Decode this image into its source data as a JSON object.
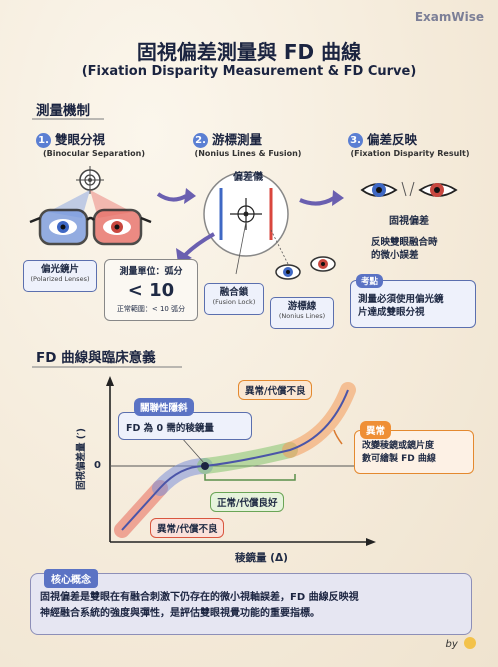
{
  "brand": "ExamWise",
  "title": "固視偏差測量與 FD 曲線",
  "subtitle": "(Fixation Disparity Measurement & FD Curve)",
  "mechanism": {
    "heading": "測量機制",
    "steps": [
      {
        "num": "1.",
        "title": "雙眼分視",
        "sub": "(Binocular Separation)"
      },
      {
        "num": "2.",
        "title": "游標測量",
        "sub": "(Nonius Lines & Fusion)"
      },
      {
        "num": "3.",
        "title": "偏差反映",
        "sub": "(Fixation Disparity Result)"
      }
    ],
    "polarized": {
      "label": "偏光鏡片",
      "en": "(Polarized Lenses)"
    },
    "device_label": "偏差儀",
    "unit_card": {
      "label": "測量單位：弧分",
      "value": "< 10",
      "range": "正常範圍：< 10 弧分"
    },
    "fusion_lock": {
      "label": "融合鎖",
      "en": "(Fusion Lock)"
    },
    "nonius": {
      "label": "游標線",
      "en": "(Nonius Lines)"
    },
    "result_label": "固視偏差",
    "result_note": [
      "反映雙眼融合時",
      "的微小誤差"
    ],
    "exam": {
      "badge": "考點",
      "text": [
        "測量必須使用偏光鏡",
        "片達成雙眼分視"
      ]
    }
  },
  "curve": {
    "heading": "FD 曲線與臨床意義",
    "y_label": "固視偏差量 (′)",
    "x_label": "稜鏡量 (Δ)",
    "zero": "0",
    "assoc": {
      "badge": "關聯性隱斜",
      "text": "FD 為 0 需的稜鏡量"
    },
    "abnormal_top": "異常/代償不良",
    "abnormal_bottom": "異常/代償不良",
    "normal": "正常/代償良好",
    "abnormal_right": {
      "badge": "異常",
      "text": [
        "改變稜鏡或鏡片度",
        "數可繪製 FD 曲線"
      ]
    }
  },
  "core": {
    "badge": "核心概念",
    "text": [
      "固視偏差是雙眼在有融合刺激下仍存在的微小視軸誤差，FD 曲線反映視",
      "神經融合系統的強度與彈性，是評估雙眼視覺功能的重要指標。"
    ]
  },
  "byline": "by",
  "colors": {
    "blue": "#5b7fd3",
    "red": "#e05a52",
    "green": "#7fc26c",
    "orange": "#f0a24a"
  }
}
